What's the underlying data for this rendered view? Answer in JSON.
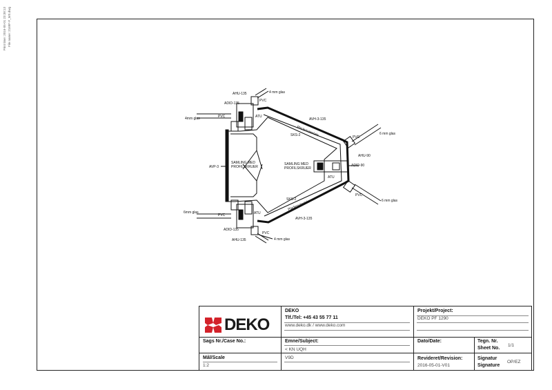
{
  "side_note": {
    "line1": "Print time: 2016-05-01 23:38:13",
    "line2": "File name: 2169F-F_MS.dwg"
  },
  "drawing_labels": {
    "ahu_top": "AHU-135",
    "glas_4_top": "4 mm glas",
    "adid_top": "ADID-135",
    "pvc_top": "PVC",
    "glas_4mm_left_top": "4mm glas",
    "pvc_left_top": "PVC",
    "atu_top": "ATU",
    "avh_top": "AVH-3-135",
    "pladematerial_top": "Pladematerlale",
    "sks_top": "SKS-2",
    "pvc_right_top": "PVC",
    "glas_6_right_top": "6 mm glas",
    "ahu_90": "AHU-90",
    "samling_left_1": "SAMLING MED",
    "samling_left_2": "PROFILSKRUER",
    "avp": "AVP-3",
    "samling_center_1": "SAMLING MED",
    "samling_center_2": "PROFILSKRUER",
    "adid_90": "ADID-90",
    "atu_center": "ATU",
    "pvc_right_bottom": "PVC",
    "glas_6_right_bottom": "6 mm glas",
    "sks_bottom": "SKS-2",
    "pladematerial_bottom": "Pladematerlale",
    "glas_6mm_left_bottom": "6mm glas",
    "pvc_left_bottom": "PVC",
    "atu_bottom": "ATU",
    "avh_bottom": "AVH-3-135",
    "adid_bottom": "ADID-135",
    "pvc_bottom": "PVC",
    "ahu_bottom": "AHU-135",
    "glas_4_bottom": "4 mm glas"
  },
  "title_block": {
    "logo_text": "DEKO",
    "company": "DEKO",
    "tel": "Tlf./Tel: +45 43 55 77 11",
    "web": "www.deko.dk / www.deko.com",
    "project_label": "Projekt/Project:",
    "project_value": "DEKO PF 1290",
    "case_label": "Sags Nr./Case No.:",
    "subject_label": "Emne/Subject:",
    "subject_value": "< KN UQH",
    "date_label": "Dato/Date:",
    "drawing_no_label": "Tegn. Nr.",
    "sheet_label": "Sheet No.",
    "sheet_value": "1/1",
    "scale_label": "Mål/Scale",
    "scale_value": "1:2",
    "subject_value2": "V9D",
    "revision_label": "Revideret/Revision:",
    "revision_value": "2016-05-01-V01",
    "signature_label1": "Signatur",
    "signature_label2": "Signature",
    "signature_value": "OP/EZ"
  },
  "colors": {
    "logo_red": "#d3222a",
    "ink": "#111111"
  }
}
